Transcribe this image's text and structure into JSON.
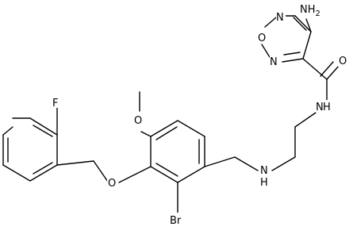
{
  "molecule": {
    "atom_labels": {
      "fluorine": "F",
      "ether_oxygen": "O",
      "methoxy_oxygen": "O",
      "bromine": "Br",
      "amine_nitrogen": "N",
      "amine_hydrogen": "H",
      "amide_nitrogen": "N",
      "amide_hydrogen": "H",
      "carbonyl_oxygen": "O",
      "ring_oxygen": "O",
      "ring_nitrogen_top": "N",
      "ring_nitrogen_bottom": "N",
      "amino_group": "NH",
      "amino_subscript": "2"
    }
  }
}
